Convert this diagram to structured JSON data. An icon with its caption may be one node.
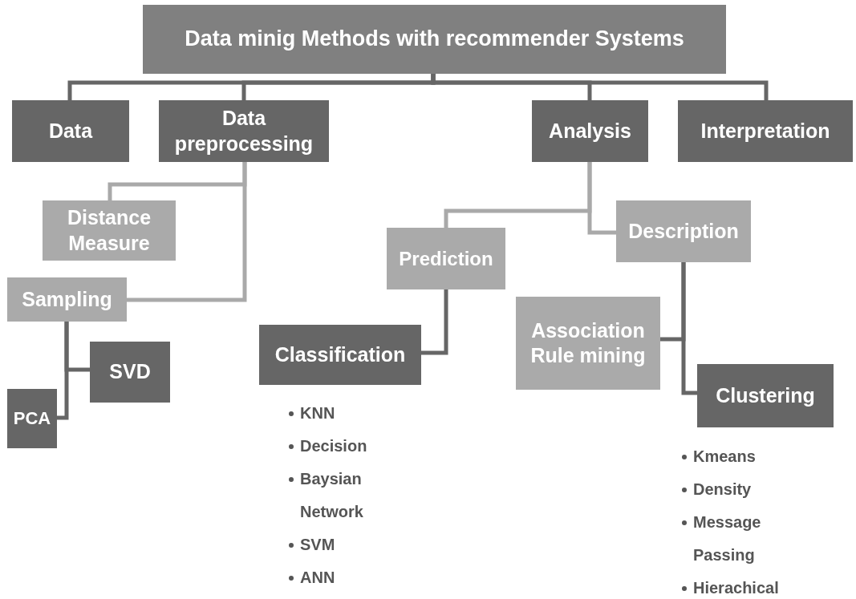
{
  "diagram": {
    "nodes": [
      {
        "text": [
          "Data minig Methods with recommender Systems"
        ]
      },
      {
        "text": [
          "Data"
        ]
      },
      {
        "text": [
          "Data preprocessing"
        ]
      },
      {
        "text": [
          "Analysis"
        ]
      },
      {
        "text": [
          "Interpretation"
        ]
      },
      {
        "text": [
          "Distance Measure"
        ]
      },
      {
        "text": [
          "Sampling"
        ]
      },
      {
        "text": [
          "SVD"
        ]
      },
      {
        "text": [
          "PCA"
        ]
      },
      {
        "text": [
          "Prediction"
        ]
      },
      {
        "text": [
          "Description"
        ]
      },
      {
        "text": [
          "Classification"
        ],
        "beside": [
          "KNN",
          "Decision",
          "Baysian Network",
          "SVM",
          "ANN"
        ]
      },
      {
        "text": [
          "Association Rule mining"
        ]
      },
      {
        "text": [
          "Clustering"
        ],
        "beside": [
          "Kmeans",
          "Density",
          "Message Passing",
          "Hierachical"
        ]
      }
    ],
    "edges": [
      {
        "from": 0,
        "to": 1,
        "arrow": "none"
      },
      {
        "from": 0,
        "to": 2,
        "arrow": "none"
      },
      {
        "from": 0,
        "to": 3,
        "arrow": "none"
      },
      {
        "from": 0,
        "to": 4,
        "arrow": "none"
      },
      {
        "from": 2,
        "to": 5,
        "arrow": "none",
        "color": "#a9a9a9"
      },
      {
        "from": 2,
        "to": 6,
        "arrow": "none",
        "color": "#a9a9a9"
      },
      {
        "from": 6,
        "to": 7,
        "arrow": "none"
      },
      {
        "from": 6,
        "to": 8,
        "arrow": "none"
      },
      {
        "from": 3,
        "to": 9,
        "arrow": "none",
        "color": "#a9a9a9"
      },
      {
        "from": 3,
        "to": 10,
        "arrow": "none",
        "color": "#a9a9a9"
      },
      {
        "from": 9,
        "to": 11,
        "arrow": "none"
      },
      {
        "from": 10,
        "to": 12,
        "arrow": "none"
      },
      {
        "from": 10,
        "to": 13,
        "arrow": "none"
      }
    ]
  }
}
